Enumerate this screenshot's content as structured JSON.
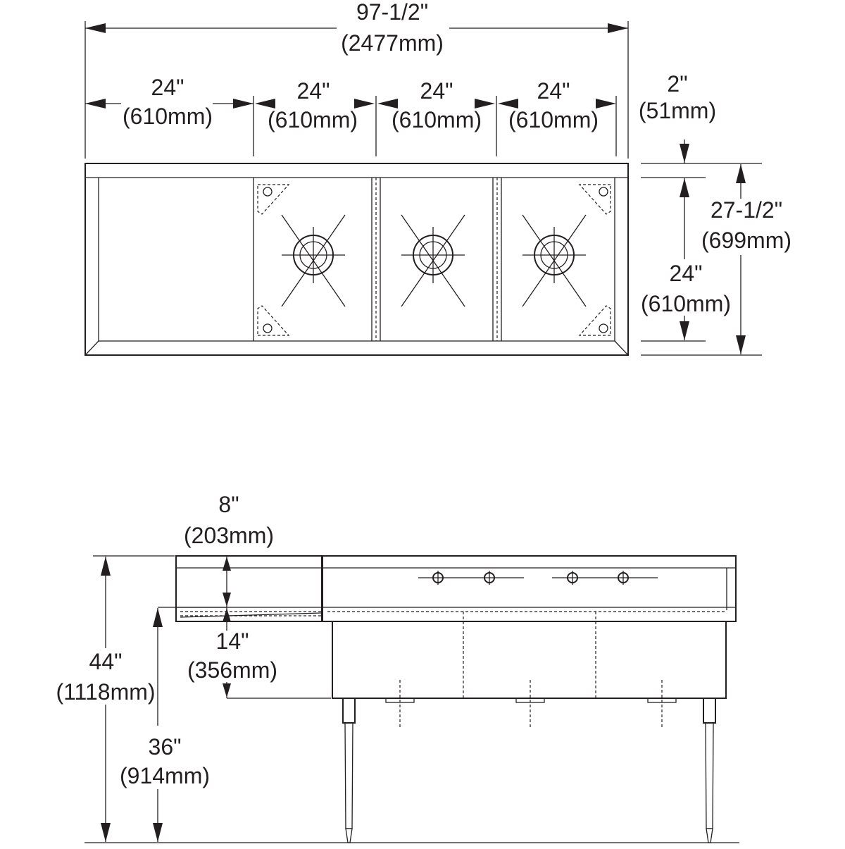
{
  "plan_view": {
    "overall_width": {
      "in": "97-1/2\"",
      "mm": "(2477mm)"
    },
    "drainboard_width": {
      "in": "24\"",
      "mm": "(610mm)"
    },
    "bowl_1_width": {
      "in": "24\"",
      "mm": "(610mm)"
    },
    "bowl_2_width": {
      "in": "24\"",
      "mm": "(610mm)"
    },
    "bowl_3_width": {
      "in": "24\"",
      "mm": "(610mm)"
    },
    "backsplash_depth": {
      "in": "2\"",
      "mm": "(51mm)"
    },
    "overall_depth": {
      "in": "27-1/2\"",
      "mm": "(699mm)"
    },
    "bowl_depth": {
      "in": "24\"",
      "mm": "(610mm)"
    }
  },
  "elevation_view": {
    "backsplash_height": {
      "in": "8\"",
      "mm": "(203mm)"
    },
    "bowl_height": {
      "in": "14\"",
      "mm": "(356mm)"
    },
    "overall_height": {
      "in": "44\"",
      "mm": "(1118mm)"
    },
    "work_height": {
      "in": "36\"",
      "mm": "(914mm)"
    }
  },
  "colors": {
    "ink": "#231f20",
    "background": "#ffffff"
  }
}
